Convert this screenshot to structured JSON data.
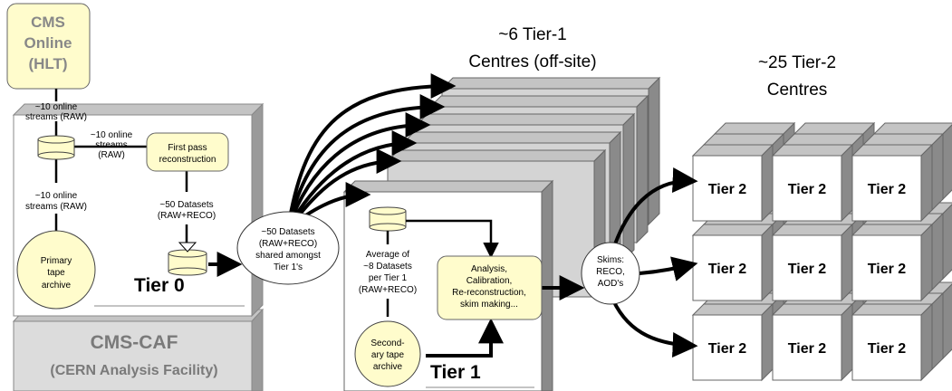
{
  "online": {
    "line1": "CMS",
    "line2": "Online",
    "line3": "(HLT)"
  },
  "tier0": {
    "streams_top": [
      "~10 online",
      "streams (RAW)"
    ],
    "streams_mid": [
      "~10 online",
      "streams",
      "(RAW)"
    ],
    "first_pass": [
      "First pass",
      "reconstruction"
    ],
    "streams_left": [
      "~10 online",
      "streams (RAW)"
    ],
    "datasets": [
      "~50 Datasets",
      "(RAW+RECO)"
    ],
    "tape": [
      "Primary",
      "tape",
      "archive"
    ],
    "label": "Tier 0"
  },
  "caf": {
    "title": "CMS-CAF",
    "subtitle": "(CERN Analysis Facility)"
  },
  "cloud_datasets": [
    "~50 Datasets",
    "(RAW+RECO)",
    "shared amongst",
    "Tier 1's"
  ],
  "tier1_heading": [
    "~6 Tier-1",
    "Centres (off-site)"
  ],
  "tier1": {
    "average": [
      "Average of",
      "~8 Datasets",
      "per Tier 1",
      "(RAW+RECO)"
    ],
    "analysis": [
      "Analysis,",
      "Calibration,",
      "Re-reconstruction,",
      "skim making..."
    ],
    "secondary": [
      "Second-",
      "ary tape",
      "archive"
    ],
    "label": "Tier 1"
  },
  "skims": [
    "Skims:",
    "RECO,",
    "AOD's"
  ],
  "tier2_heading": [
    "~25 Tier-2",
    "Centres"
  ],
  "tier2_label": "Tier 2"
}
